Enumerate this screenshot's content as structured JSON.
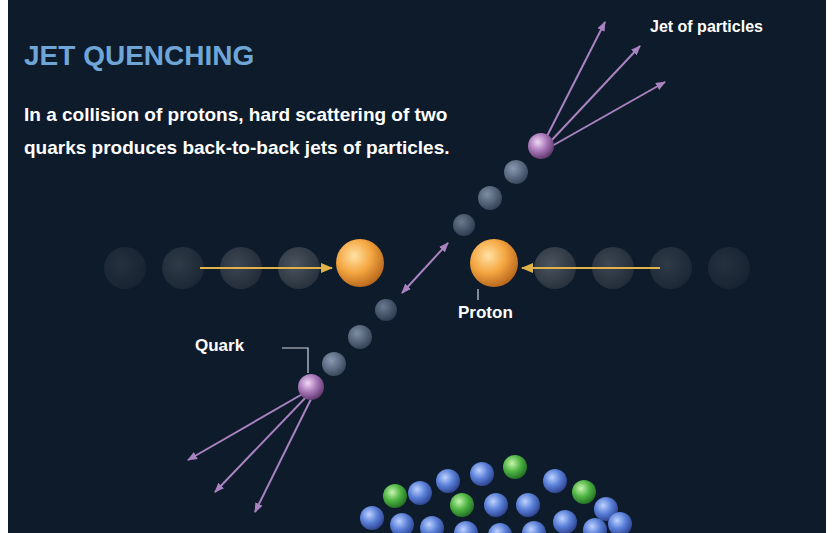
{
  "diagram": {
    "title": "JET QUENCHING",
    "labels": [
      "In a collision of protons, hard scattering of two quarks produces back-to-back jets of particles.",
      "Jet of particles",
      "Proton",
      "Quark"
    ]
  }
}
